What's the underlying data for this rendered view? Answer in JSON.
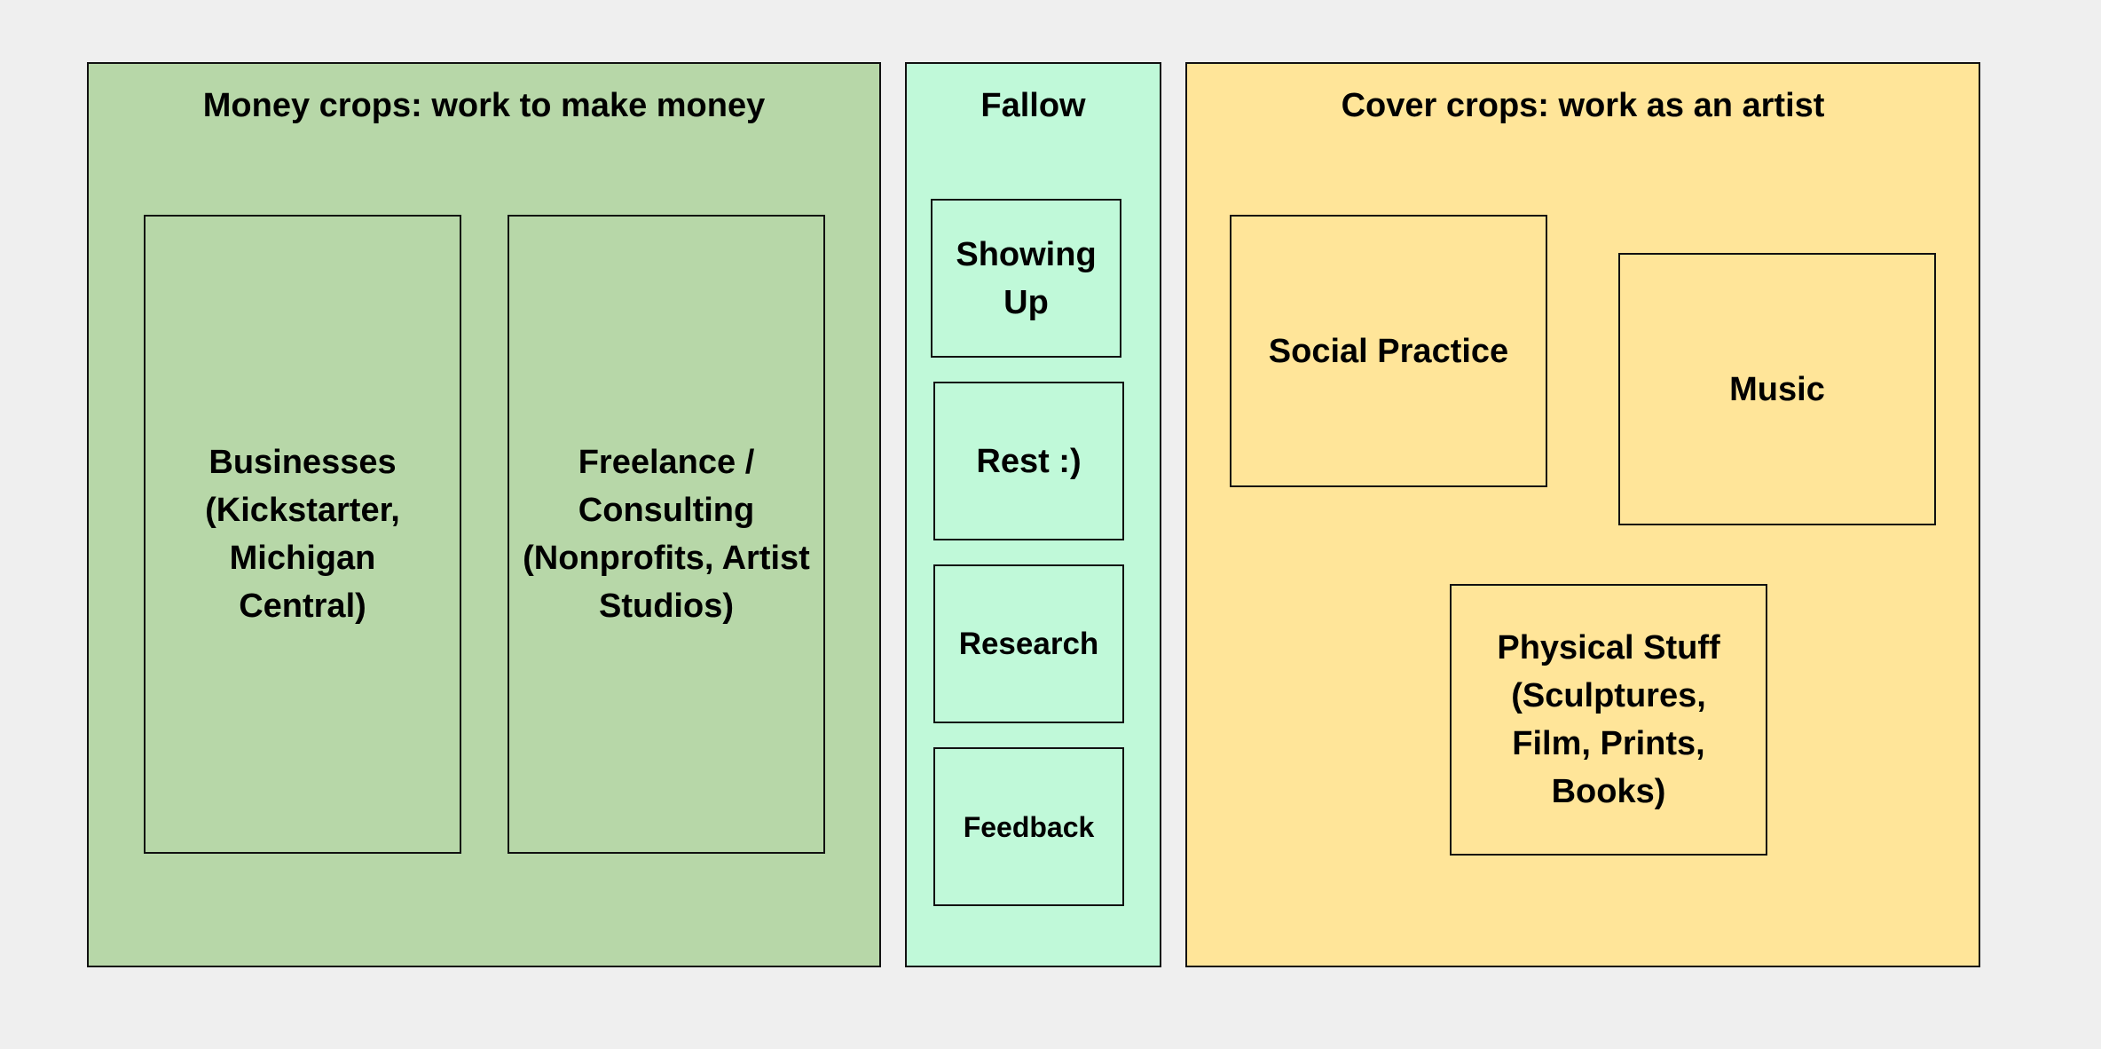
{
  "money": {
    "title": "Money crops: work to make money",
    "color": "#b7d7a8",
    "boxes": [
      "Businesses (Kickstarter, Michigan Central)",
      "Freelance / Consulting (Nonprofits, Artist Studios)"
    ]
  },
  "fallow": {
    "title": "Fallow",
    "color": "#c0f9d9",
    "boxes": [
      "Showing Up",
      "Rest :)",
      "Research",
      "Feedback"
    ]
  },
  "cover": {
    "title": "Cover crops: work as an artist",
    "color": "#ffe599",
    "boxes": [
      "Social Practice",
      "Music",
      "Physical Stuff (Sculptures, Film, Prints, Books)"
    ]
  }
}
